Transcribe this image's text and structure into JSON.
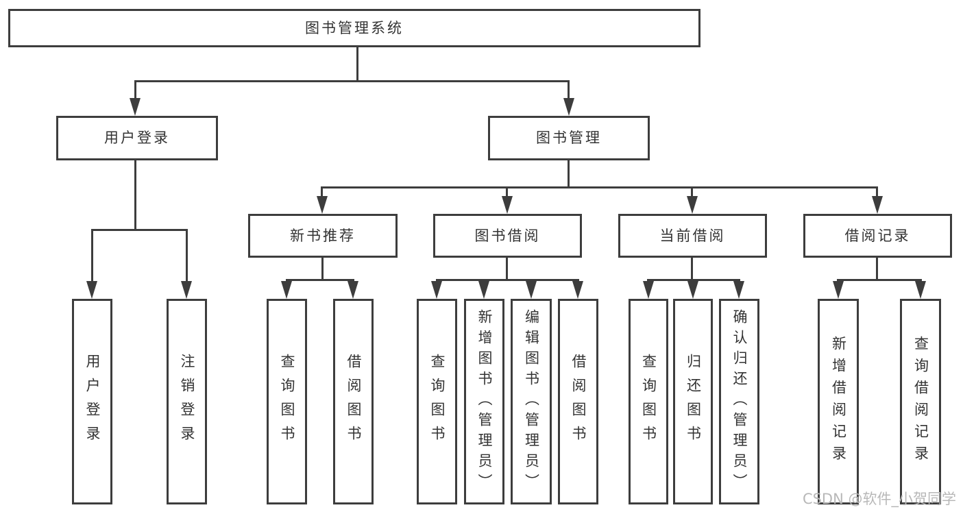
{
  "colors": {
    "line": "#3d3d3d",
    "text": "#333333",
    "background": "#ffffff",
    "watermark": "#b8b8b8"
  },
  "watermark": {
    "text": "CSDN @软件_小贺同学"
  },
  "tree": {
    "root": {
      "label": "图书管理系统"
    },
    "branches": [
      {
        "label": "用户登录",
        "children": [
          {
            "label": "用户登录"
          },
          {
            "label": "注销登录"
          }
        ]
      },
      {
        "label": "图书管理",
        "children": [
          {
            "label": "新书推荐",
            "children": [
              {
                "label": "查询图书"
              },
              {
                "label": "借阅图书"
              }
            ]
          },
          {
            "label": "图书借阅",
            "children": [
              {
                "label": "查询图书"
              },
              {
                "label": "新增图书（管理员）"
              },
              {
                "label": "编辑图书（管理员）"
              },
              {
                "label": "借阅图书"
              }
            ]
          },
          {
            "label": "当前借阅",
            "children": [
              {
                "label": "查询图书"
              },
              {
                "label": "归还图书"
              },
              {
                "label": "确认归还（管理员）"
              }
            ]
          },
          {
            "label": "借阅记录",
            "children": [
              {
                "label": "新增借阅记录"
              },
              {
                "label": "查询借阅记录"
              }
            ]
          }
        ]
      }
    ]
  }
}
